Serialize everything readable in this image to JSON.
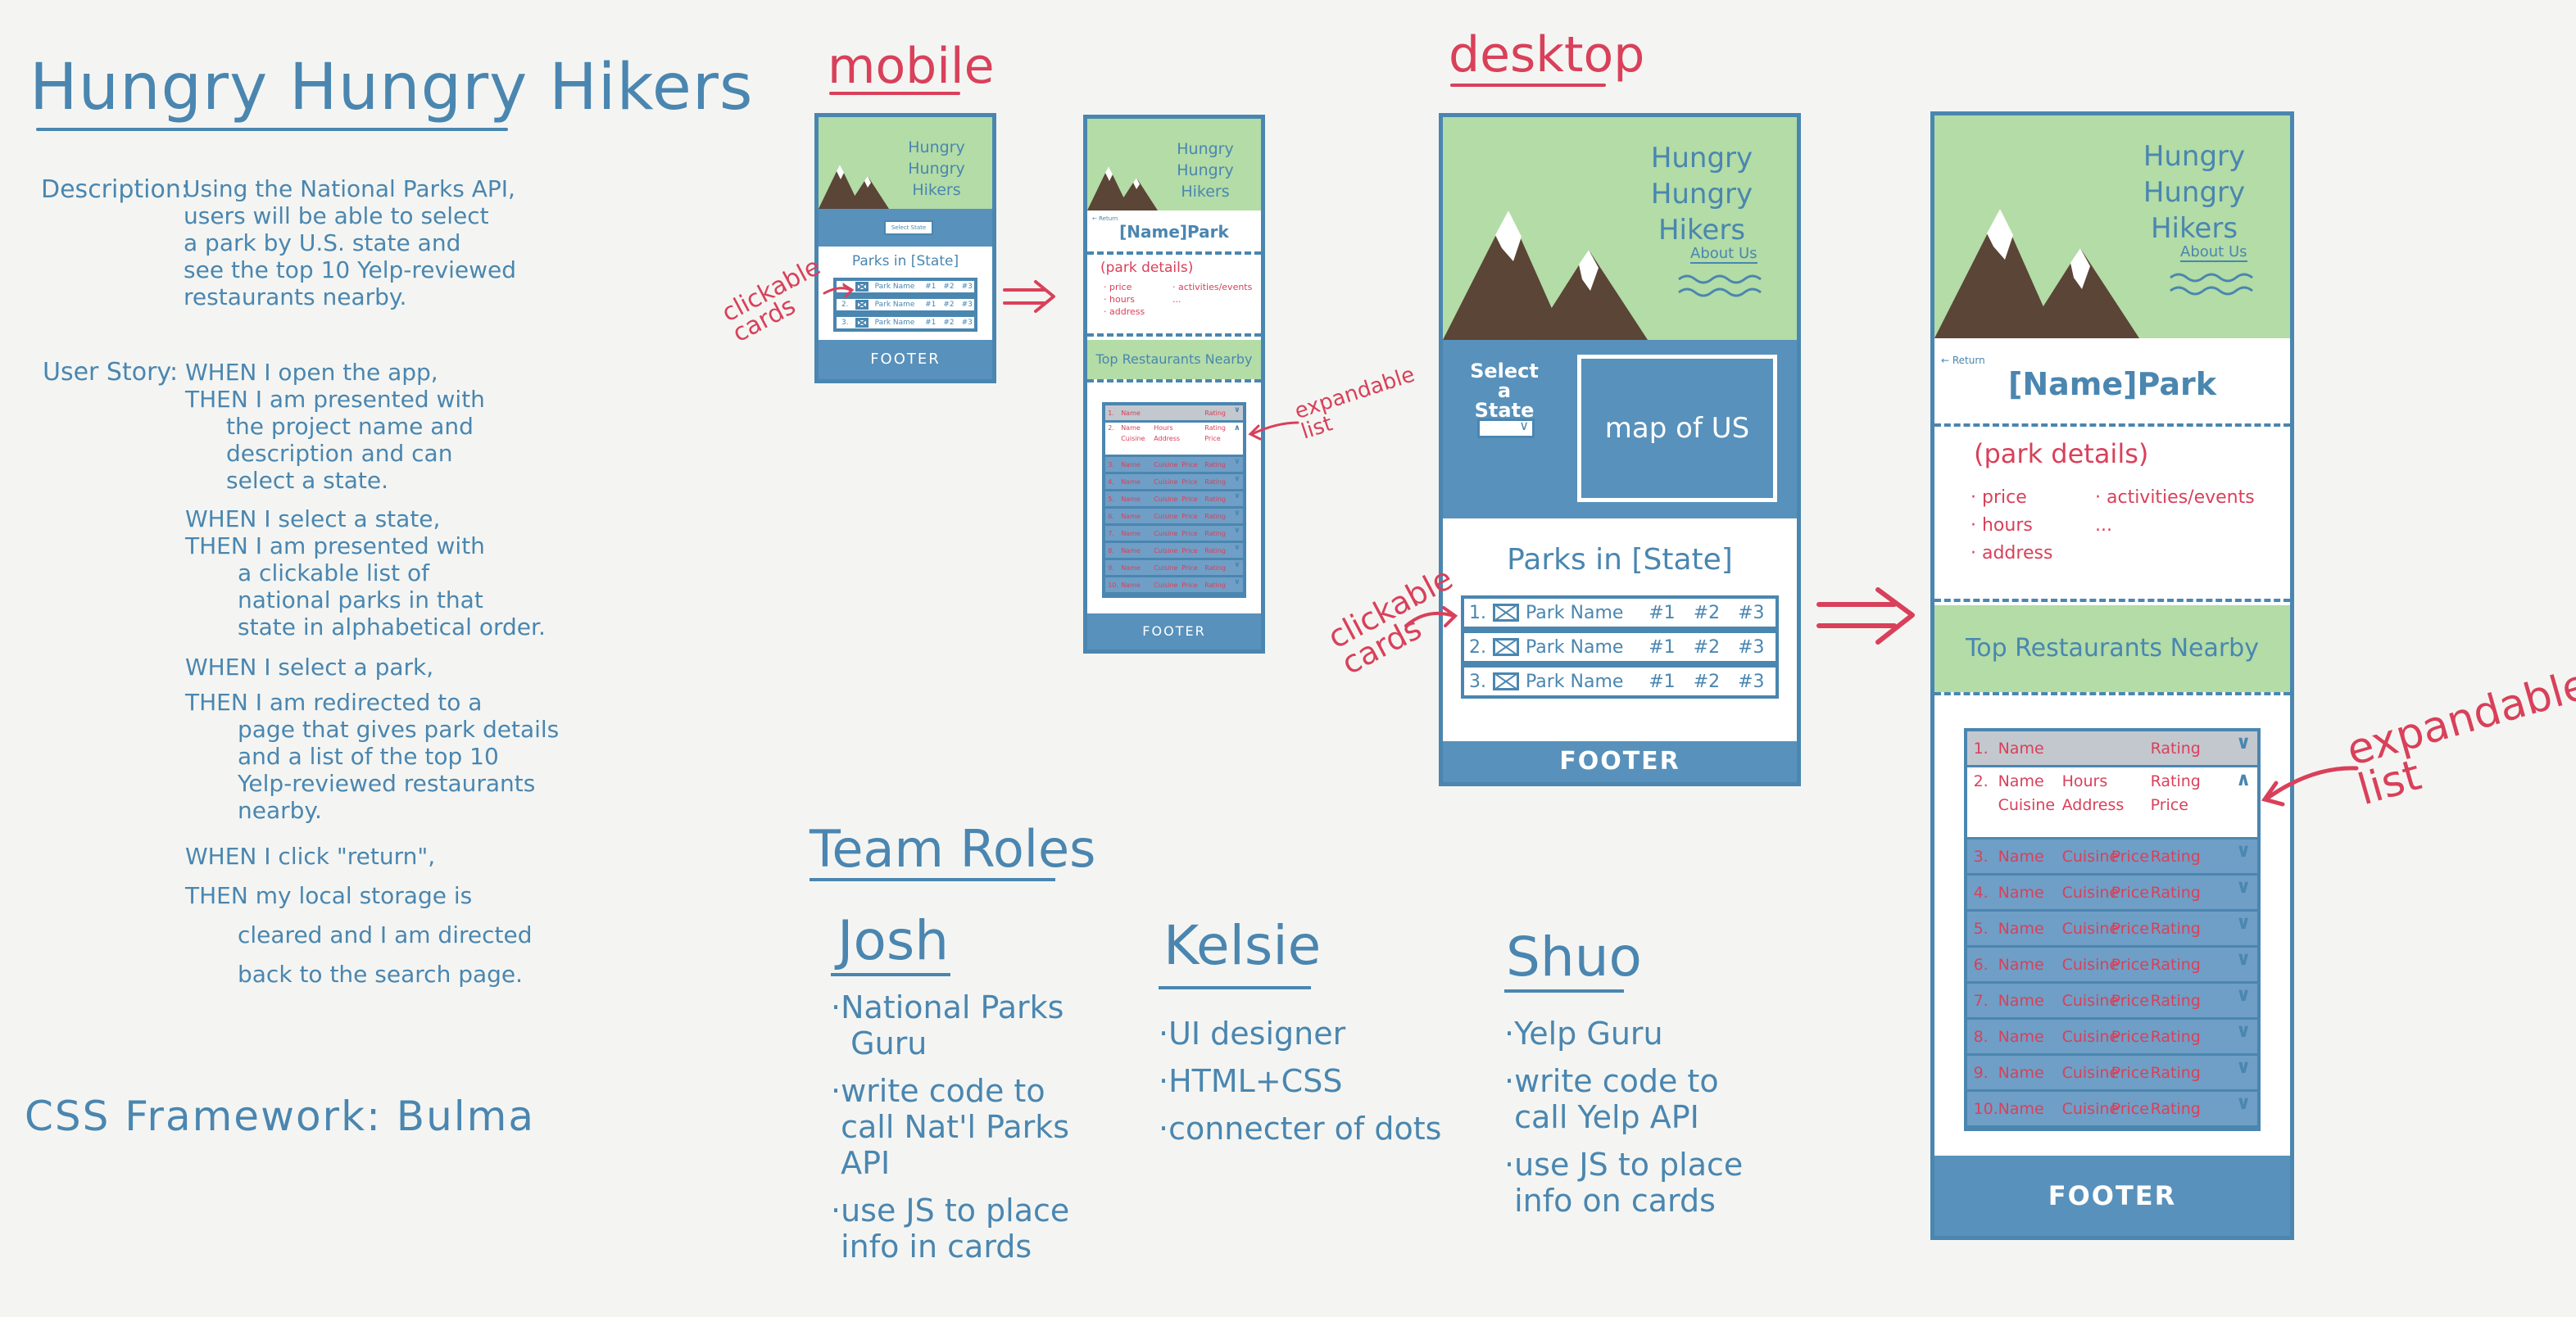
{
  "notes": {
    "title": "Hungry Hungry Hikers",
    "description_label": "Description:",
    "description_lines": [
      "Using the National Parks API,",
      "users will be able to select",
      "a park by U.S. state and",
      "see the top 10 Yelp-reviewed",
      "restaurants nearby."
    ],
    "userstory_label": "User Story:",
    "story": [
      {
        "indent": 0,
        "text": "WHEN I open the app,"
      },
      {
        "indent": 0,
        "text": "THEN I am presented with"
      },
      {
        "indent": 1,
        "text": "the project name and"
      },
      {
        "indent": 1,
        "text": "description and can"
      },
      {
        "indent": 1,
        "text": "select a state."
      },
      {
        "indent": 0,
        "text": "WHEN I select a state,"
      },
      {
        "indent": 0,
        "text": "THEN I am presented with"
      },
      {
        "indent": 2,
        "text": "a clickable list of"
      },
      {
        "indent": 2,
        "text": "national parks in that"
      },
      {
        "indent": 2,
        "text": "state in alphabetical order."
      },
      {
        "indent": 0,
        "text": "WHEN I select a park,"
      },
      {
        "indent": 0,
        "text": "THEN I am redirected to a"
      },
      {
        "indent": 2,
        "text": "page that gives park details"
      },
      {
        "indent": 2,
        "text": "and a list of the top 10"
      },
      {
        "indent": 2,
        "text": "Yelp-reviewed restaurants"
      },
      {
        "indent": 2,
        "text": "nearby."
      },
      {
        "indent": 0,
        "text": "WHEN I click \"return\","
      },
      {
        "indent": 0,
        "text": "THEN my local storage is"
      },
      {
        "indent": 2,
        "text": "cleared and I am directed"
      },
      {
        "indent": 2,
        "text": "back to the search page."
      }
    ],
    "css_framework": "CSS Framework: Bulma"
  },
  "labels": {
    "mobile": "mobile",
    "desktop": "desktop"
  },
  "wireframe": {
    "app_title_line1": "Hungry Hungry",
    "app_title_line2": "Hikers",
    "about_us": "About Us",
    "select_state": "Select a State",
    "map": "map of US",
    "select_placeholder": "Select State",
    "parks_in_mobile": "Parks in [State]",
    "parks_in_desktop": "Parks in [State]",
    "card_items": [
      {
        "num": "1.",
        "name": "Park Name",
        "a": "#1",
        "b": "#2",
        "c": "#3"
      },
      {
        "num": "2.",
        "name": "Park Name",
        "a": "#1",
        "b": "#2",
        "c": "#3"
      },
      {
        "num": "3.",
        "name": "Park Name",
        "a": "#1",
        "b": "#2",
        "c": "#3"
      }
    ],
    "footer": "FOOTER",
    "return": "← Return",
    "park_heading": "[Name]Park",
    "park_details": "(park details)",
    "detail_items": [
      "· price",
      "· hours",
      "· address"
    ],
    "detail_items_right": [
      "· activities/events",
      "..."
    ],
    "top_restaurants": "Top Restaurants Nearby",
    "restaurants": [
      {
        "num": "1.",
        "name": "Name",
        "cuisine": "",
        "price": "",
        "rating": "Rating"
      },
      {
        "num": "2.",
        "name": "Name",
        "hours": "Hours",
        "cuisine": "Cuisine",
        "address": "Address",
        "price": "Price",
        "rating": "Rating"
      },
      {
        "num": "3.",
        "name": "Name",
        "cuisine": "Cuisine",
        "price": "Price",
        "rating": "Rating"
      },
      {
        "num": "4.",
        "name": "Name",
        "cuisine": "Cuisine",
        "price": "Price",
        "rating": "Rating"
      },
      {
        "num": "5.",
        "name": "Name",
        "cuisine": "Cuisine",
        "price": "Price",
        "rating": "Rating"
      },
      {
        "num": "6.",
        "name": "Name",
        "cuisine": "Cuisine",
        "price": "Price",
        "rating": "Rating"
      },
      {
        "num": "7.",
        "name": "Name",
        "cuisine": "Cuisine",
        "price": "Price",
        "rating": "Rating"
      },
      {
        "num": "8.",
        "name": "Name",
        "cuisine": "Cuisine",
        "price": "Price",
        "rating": "Rating"
      },
      {
        "num": "9.",
        "name": "Name",
        "cuisine": "Cuisine",
        "price": "Price",
        "rating": "Rating"
      },
      {
        "num": "10.",
        "name": "Name",
        "cuisine": "Cuisine",
        "price": "Price",
        "rating": "Rating"
      }
    ]
  },
  "annotations": {
    "clickable_cards": "clickable cards",
    "expandable_list": "expandable list"
  },
  "team": {
    "title": "Team Roles",
    "members": [
      {
        "name": "Josh",
        "roles": [
          "·National Parks",
          "  Guru",
          "·write code to",
          " call Nat'l Parks",
          " API",
          "·use JS to place",
          " info in cards"
        ]
      },
      {
        "name": "Kelsie",
        "roles": [
          "·UI designer",
          "·HTML+CSS",
          "·connecter of dots"
        ]
      },
      {
        "name": "Shuo",
        "roles": [
          "·Yelp Guru",
          "·write code to",
          " call Yelp API",
          "·use JS to place",
          " info on cards"
        ]
      }
    ]
  },
  "colors": {
    "ink_blue": "#4a86b0",
    "bar_blue": "#5891bb",
    "header_green": "#b3dca6",
    "annotation_red": "#d9405a",
    "mountain_brown": "#5a4536"
  }
}
